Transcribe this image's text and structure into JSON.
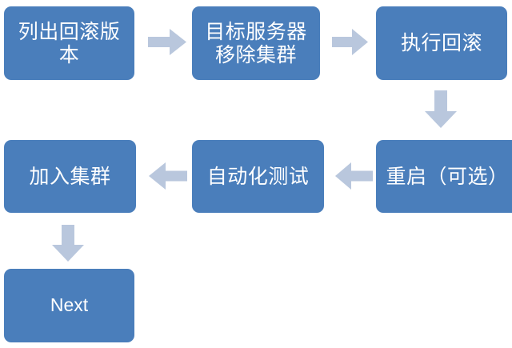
{
  "diagram": {
    "title": "Rollback process flowchart",
    "background_color": "#ffffff",
    "node_fill_color": "#4a7ebb",
    "node_text_color": "#ffffff",
    "arrow_color": "#b9c7dd",
    "nodes": [
      {
        "id": "list-rollback-versions",
        "label": "列出回滚版\n本",
        "script": "cjk"
      },
      {
        "id": "remove-target-server",
        "label": "目标服务器\n移除集群",
        "script": "cjk"
      },
      {
        "id": "execute-rollback",
        "label": "执行回滚",
        "script": "cjk"
      },
      {
        "id": "restart-optional",
        "label": "重启（可选）",
        "script": "cjk"
      },
      {
        "id": "automated-test",
        "label": "自动化测试",
        "script": "cjk"
      },
      {
        "id": "join-cluster",
        "label": "加入集群",
        "script": "cjk"
      },
      {
        "id": "next",
        "label": "Next",
        "script": "latin"
      }
    ],
    "arrows": [
      {
        "id": "arrow-1",
        "direction": "right",
        "from": "list-rollback-versions",
        "to": "remove-target-server"
      },
      {
        "id": "arrow-2",
        "direction": "right",
        "from": "remove-target-server",
        "to": "execute-rollback"
      },
      {
        "id": "arrow-3",
        "direction": "down",
        "from": "execute-rollback",
        "to": "restart-optional"
      },
      {
        "id": "arrow-4",
        "direction": "left",
        "from": "restart-optional",
        "to": "automated-test"
      },
      {
        "id": "arrow-5",
        "direction": "left",
        "from": "automated-test",
        "to": "join-cluster"
      },
      {
        "id": "arrow-6",
        "direction": "down",
        "from": "join-cluster",
        "to": "next"
      }
    ]
  }
}
